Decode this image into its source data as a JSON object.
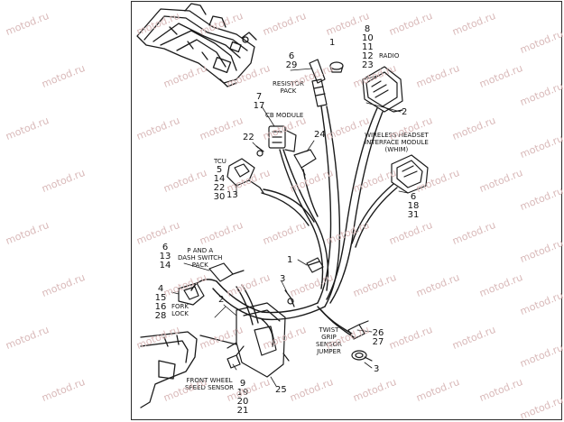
{
  "watermark": "motod.ru",
  "labels": {
    "radio": "RADIO",
    "resistor_pack": [
      "RESISTOR",
      "PACK"
    ],
    "cb_module": "CB MODULE",
    "whim": [
      "WIRELESS HEADSET",
      "INTERFACE MODULE",
      "(WHIM)"
    ],
    "tcu": "TCU",
    "p_and_a": [
      "P AND A",
      "DASH SWITCH",
      "PACK"
    ],
    "fork_lock": [
      "FORK",
      "LOCK"
    ],
    "twist_grip": [
      "TWIST",
      "GRIP",
      "SENSOR",
      "JUMPER"
    ],
    "front_wheel": [
      "FRONT WHEEL",
      "SPEED SENSOR"
    ]
  },
  "callouts": {
    "radio_nums": [
      "8",
      "10",
      "11",
      "12",
      "23"
    ],
    "radio_conn": "2",
    "top_1": "1",
    "resistor_nums": [
      "6",
      "29"
    ],
    "cb_nums": [
      "7",
      "17"
    ],
    "n22": "22",
    "n24": "24",
    "tcu_nums": [
      "5",
      "14",
      "22",
      "30"
    ],
    "n13": "13",
    "whim_nums": [
      "6",
      "18",
      "31"
    ],
    "pa_nums": [
      "6",
      "13",
      "14"
    ],
    "mid_1": "1",
    "n3_upper": "3",
    "fork_nums": [
      "4",
      "15",
      "16",
      "28"
    ],
    "n2_lower": "2",
    "twist_nums": [
      "26",
      "27"
    ],
    "n3_lower": "3",
    "n25": "25",
    "fw_nums": [
      "9",
      "19",
      "20",
      "21"
    ]
  }
}
